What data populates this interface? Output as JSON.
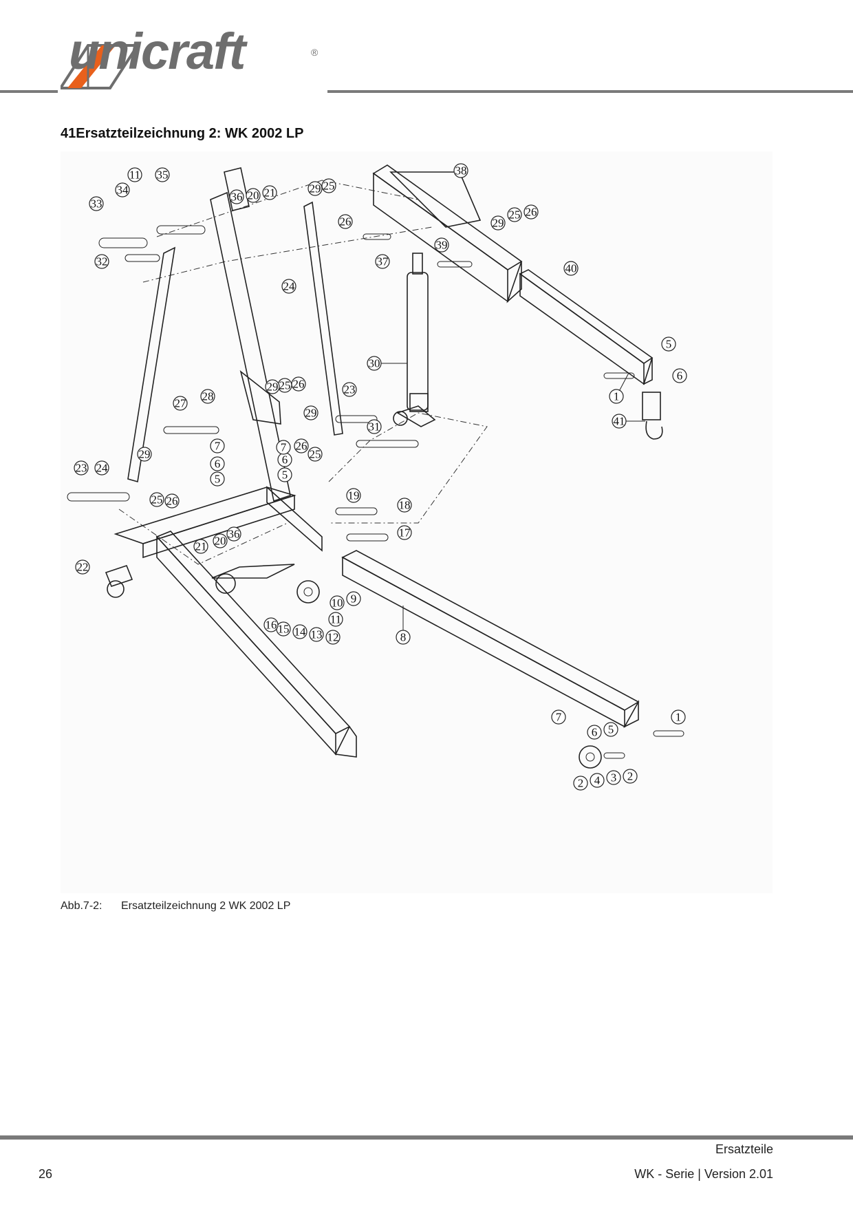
{
  "header": {
    "brand": "unicraft",
    "registered": "®",
    "brand_colors": {
      "accent": "#e8601c",
      "gray": "#6e6e6e"
    }
  },
  "section": {
    "title": "41Ersatzteilzeichnung 2:  WK 2002 LP"
  },
  "drawing": {
    "part_numbers": [
      "1",
      "2",
      "3",
      "4",
      "5",
      "6",
      "7",
      "8",
      "9",
      "10",
      "11",
      "12",
      "13",
      "14",
      "15",
      "16",
      "17",
      "18",
      "19",
      "20",
      "21",
      "22",
      "23",
      "24",
      "25",
      "26",
      "27",
      "28",
      "29",
      "30",
      "31",
      "32",
      "33",
      "34",
      "35",
      "36",
      "37",
      "38",
      "39",
      "40",
      "41"
    ]
  },
  "caption": {
    "label": "Abb.7-2:",
    "text": "Ersatzteilzeichnung 2  WK 2002 LP"
  },
  "footer": {
    "section": "Ersatzteile",
    "page_number": "26",
    "series": "WK - Serie |  Version 2.01"
  }
}
